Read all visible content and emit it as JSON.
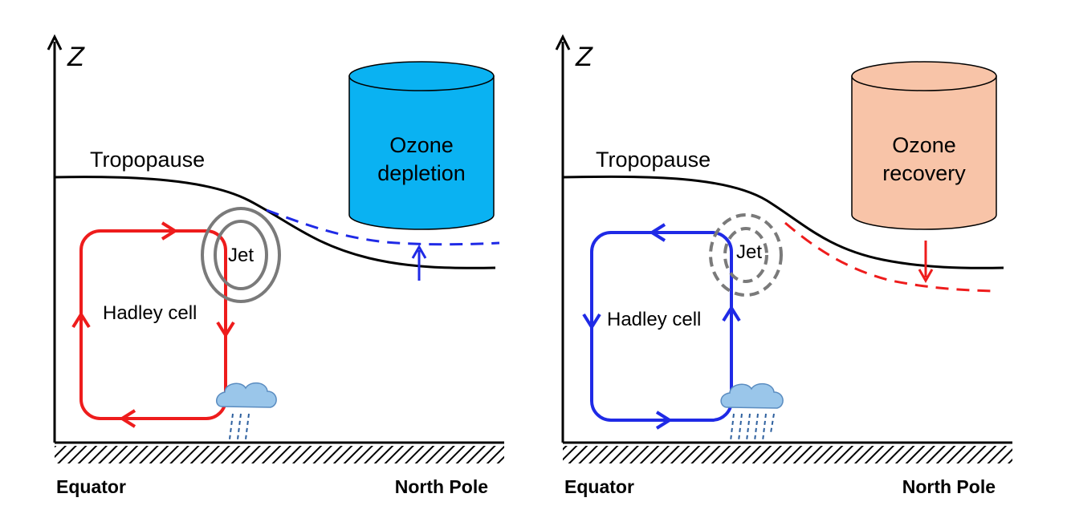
{
  "colors": {
    "axis": "#000000",
    "hadley_left": "#ee1c1c",
    "hadley_right": "#1f2ae6",
    "jet": "#7a7a7a",
    "ozone_depletion": "#0ab2f2",
    "ozone_recovery": "#f8c4a8",
    "cloud": "#9ac6ea",
    "rain": "#2c5f9e"
  },
  "panels": [
    {
      "axis_label": "Z",
      "tropopause_label": "Tropopause",
      "cylinder_lines": [
        "Ozone",
        "depletion"
      ],
      "jet_label": "Jet",
      "cell_label": "Hadley cell",
      "equator_label": "Equator",
      "pole_label": "North Pole"
    },
    {
      "axis_label": "Z",
      "tropopause_label": "Tropopause",
      "cylinder_lines": [
        "Ozone",
        "recovery"
      ],
      "jet_label": "Jet",
      "cell_label": "Hadley cell",
      "equator_label": "Equator",
      "pole_label": "North Pole"
    }
  ]
}
